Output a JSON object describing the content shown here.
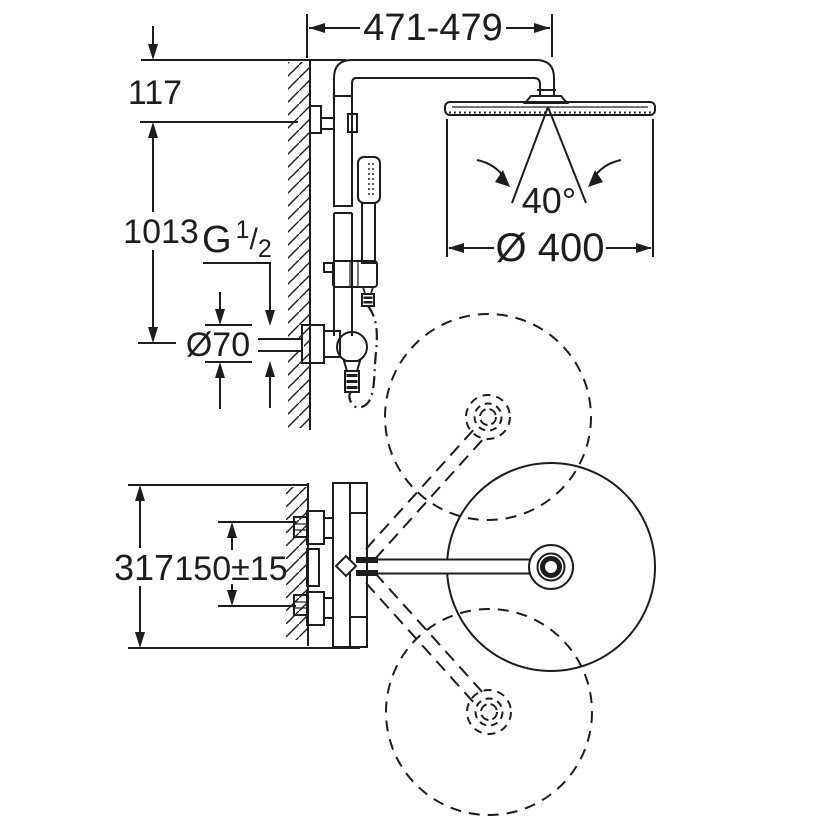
{
  "drawing": {
    "type": "shower-system installation dimension drawing",
    "background_color": "#ffffff",
    "line_color": "#1d1d1d"
  },
  "side_view": {
    "dim_arm_reach": "471-479",
    "dim_bracket_offset": "117",
    "dim_riser_height": "1013",
    "thread_label": {
      "prefix": "G",
      "numerator": "1",
      "slash": "/",
      "denominator": "2"
    },
    "dim_wall_union_diameter": "Ø70",
    "dim_spray_angle": "40°",
    "dim_head_diameter": "Ø 400"
  },
  "top_view": {
    "dim_overall_depth": "317",
    "dim_inlet_spacing": "150±15"
  }
}
